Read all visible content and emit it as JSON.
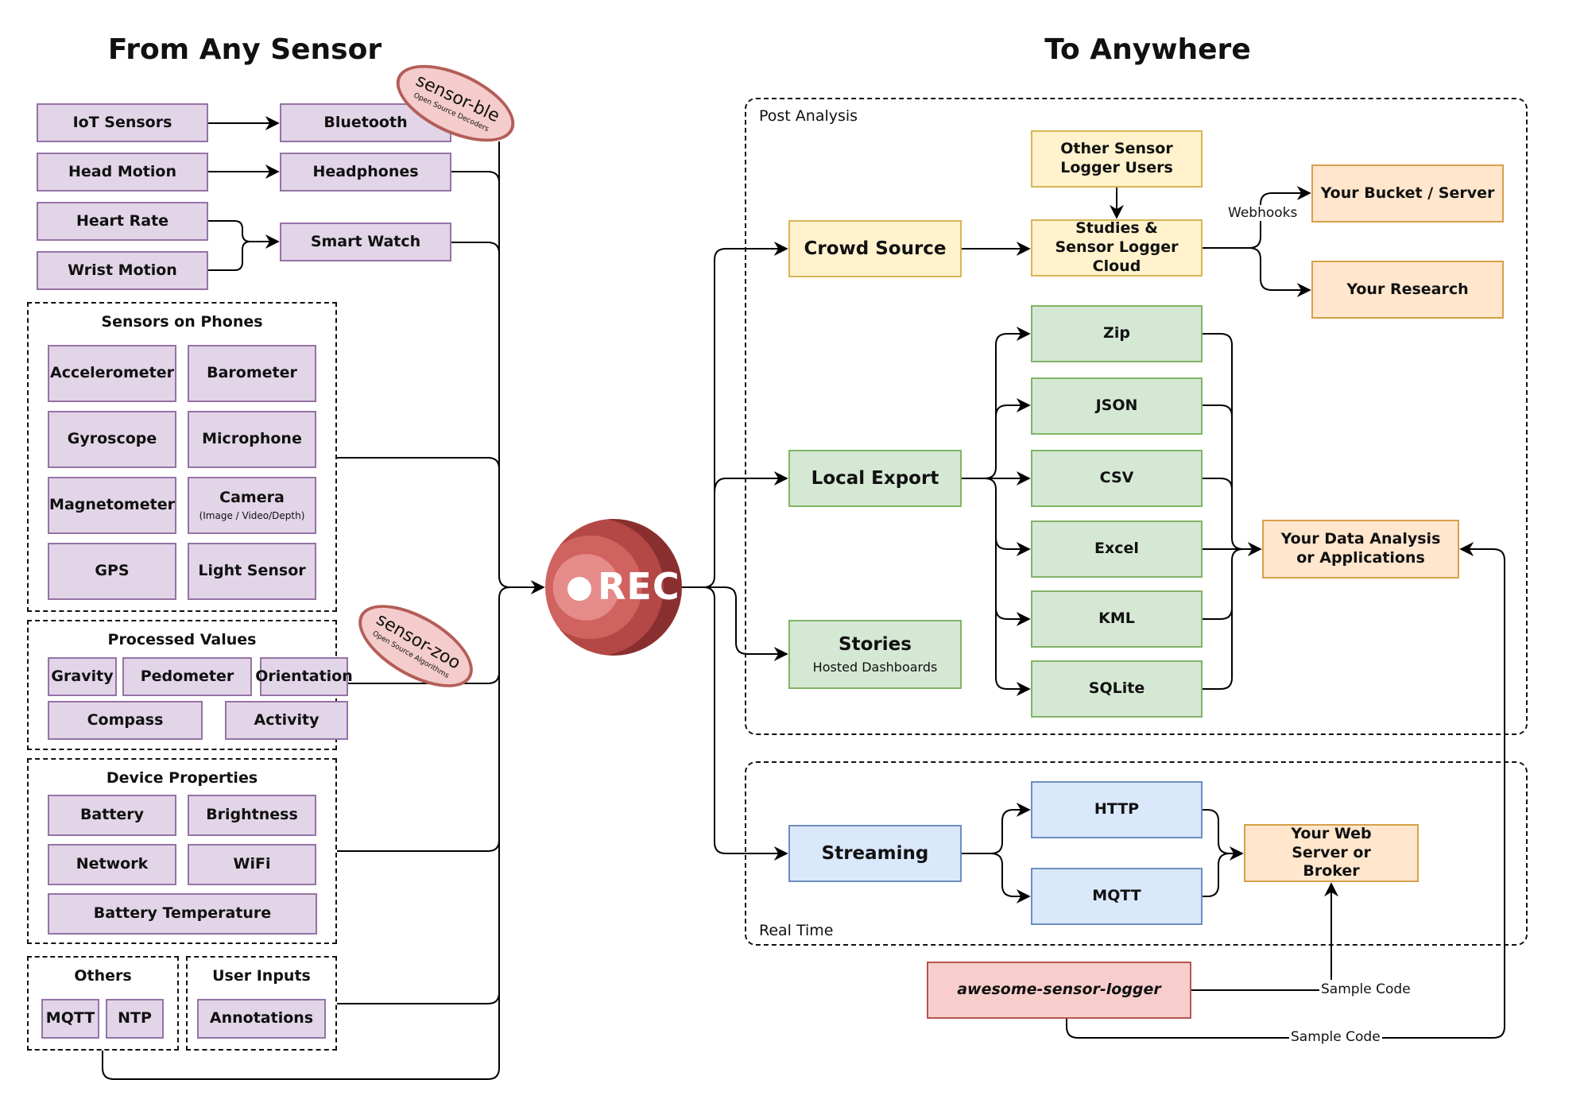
{
  "titles": {
    "left": "From Any Sensor",
    "right": "To Anywhere"
  },
  "sources": {
    "iot_sensors": "IoT Sensors",
    "bluetooth": "Bluetooth",
    "head_motion": "Head Motion",
    "headphones": "Headphones",
    "heart_rate": "Heart Rate",
    "wrist_motion": "Wrist Motion",
    "smart_watch": "Smart Watch"
  },
  "badges": {
    "sensor_ble": {
      "name": "sensor-ble",
      "description": "Open Source Decoders"
    },
    "sensor_zoo": {
      "name": "sensor-zoo",
      "description": "Open Source Algorithms"
    }
  },
  "phone_sensors": {
    "title": "Sensors on Phones",
    "items": [
      {
        "label": "Accelerometer"
      },
      {
        "label": "Barometer"
      },
      {
        "label": "Gyroscope"
      },
      {
        "label": "Microphone"
      },
      {
        "label": "Magnetometer"
      },
      {
        "label": "Camera",
        "sub": "(Image / Video/Depth)"
      },
      {
        "label": "GPS"
      },
      {
        "label": "Light Sensor"
      }
    ]
  },
  "processed_values": {
    "title": "Processed Values",
    "items": [
      "Gravity",
      "Pedometer",
      "Orientation",
      "Compass",
      "Activity"
    ]
  },
  "device_properties": {
    "title": "Device Properties",
    "items": [
      "Battery",
      "Brightness",
      "Network",
      "WiFi",
      "Battery Temperature"
    ]
  },
  "others": {
    "title": "Others",
    "items": [
      "MQTT",
      "NTP"
    ]
  },
  "user_inputs": {
    "title": "User Inputs",
    "items": [
      "Annotations"
    ]
  },
  "recorder": {
    "label": "REC"
  },
  "post_analysis": {
    "label": "Post Analysis",
    "crowd_source": "Crowd Source",
    "other_users": "Other Sensor Logger Users",
    "cloud": "Studies & Sensor Logger Cloud",
    "webhooks_label": "Webhooks",
    "bucket": "Your Bucket / Server",
    "research": "Your Research",
    "local_export": "Local Export",
    "formats": [
      "Zip",
      "JSON",
      "CSV",
      "Excel",
      "KML",
      "SQLite"
    ],
    "stories": "Stories",
    "stories_sub": "Hosted Dashboards",
    "data_analysis": "Your Data Analysis or Applications"
  },
  "real_time": {
    "label": "Real Time",
    "streaming": "Streaming",
    "protocols": [
      "HTTP",
      "MQTT"
    ],
    "web_server": "Your Web Server or Broker"
  },
  "community": {
    "repo": "awesome-sensor-logger",
    "sample_code_label_1": "Sample Code",
    "sample_code_label_2": "Sample Code"
  }
}
